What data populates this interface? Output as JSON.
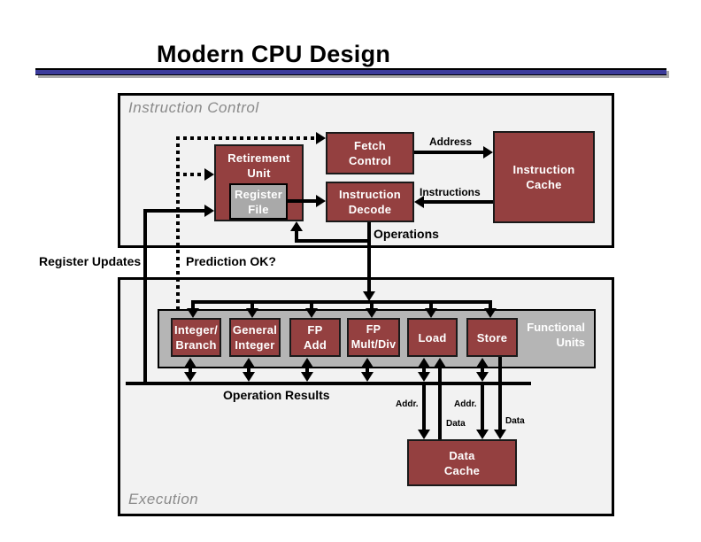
{
  "title": "Modern CPU Design",
  "sections": {
    "instruction_control": "Instruction Control",
    "execution": "Execution"
  },
  "boxes": {
    "retirement_unit": {
      "line1": "Retirement",
      "line2": "Unit"
    },
    "register_file": {
      "line1": "Register",
      "line2": "File"
    },
    "fetch_control": {
      "line1": "Fetch",
      "line2": "Control"
    },
    "instruction_decode": {
      "line1": "Instruction",
      "line2": "Decode"
    },
    "instruction_cache": {
      "line1": "Instruction",
      "line2": "Cache"
    },
    "data_cache": {
      "line1": "Data",
      "line2": "Cache"
    }
  },
  "functional_units": {
    "container_label": {
      "line1": "Functional",
      "line2": "Units"
    },
    "units": [
      {
        "line1": "Integer/",
        "line2": "Branch"
      },
      {
        "line1": "General",
        "line2": "Integer"
      },
      {
        "line1": "FP",
        "line2": "Add"
      },
      {
        "line1": "FP",
        "line2": "Mult/Div"
      },
      {
        "line1": "Load",
        "line2": ""
      },
      {
        "line1": "Store",
        "line2": ""
      }
    ]
  },
  "flow_labels": {
    "address": "Address",
    "instructions": "Instructions",
    "operations": "Operations",
    "register_updates": "Register Updates",
    "prediction_ok": "Prediction OK?",
    "operation_results": "Operation Results",
    "load_addr": "Addr.",
    "store_addr": "Addr.",
    "load_data": "Data",
    "store_data": "Data"
  },
  "colors": {
    "unit_fill": "#944040",
    "unit_border": "#1a1a1a",
    "section_fill": "#F2F2F2",
    "section_border": "#000000",
    "gray_fill": "#B5B5B5",
    "register_file_fill": "#A9A9A9",
    "title_bar_blue": "#3B3B9B",
    "section_label_gray": "#8A8A8A",
    "line_color": "#000000"
  }
}
